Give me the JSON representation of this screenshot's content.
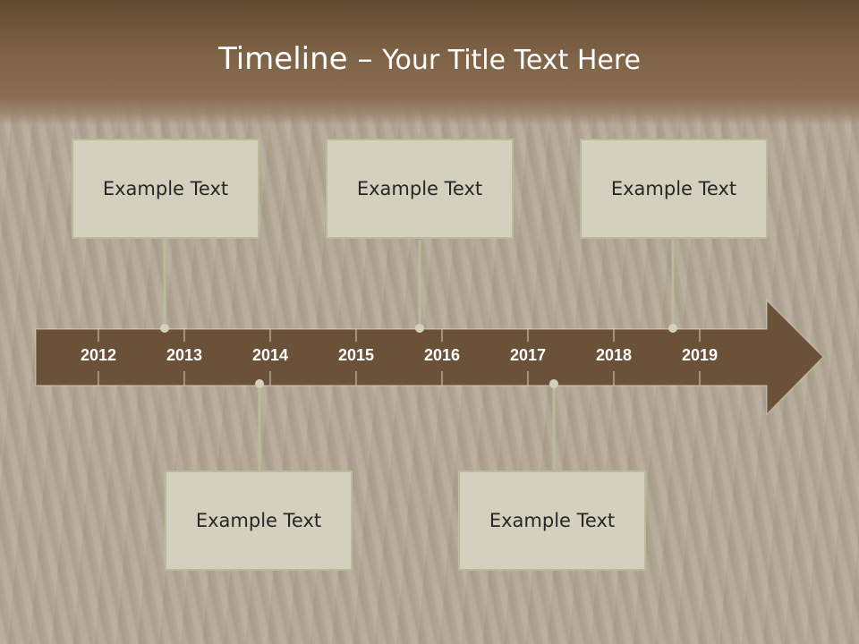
{
  "title": {
    "main": "Timeline",
    "dash": "–",
    "sub": "Your Title Text Here"
  },
  "colors": {
    "header": "#7f6347",
    "arrow": "#6b5138",
    "box_fill": "#d3d1bd",
    "connector": "#bbbb9b",
    "background": "#b3a794"
  },
  "timeline": {
    "years": [
      "2012",
      "2013",
      "2014",
      "2015",
      "2016",
      "2017",
      "2018",
      "2019"
    ]
  },
  "events": [
    {
      "text": "Example Text"
    },
    {
      "text": "Example Text"
    },
    {
      "text": "Example Text"
    },
    {
      "text": "Example Text"
    },
    {
      "text": "Example Text"
    }
  ]
}
